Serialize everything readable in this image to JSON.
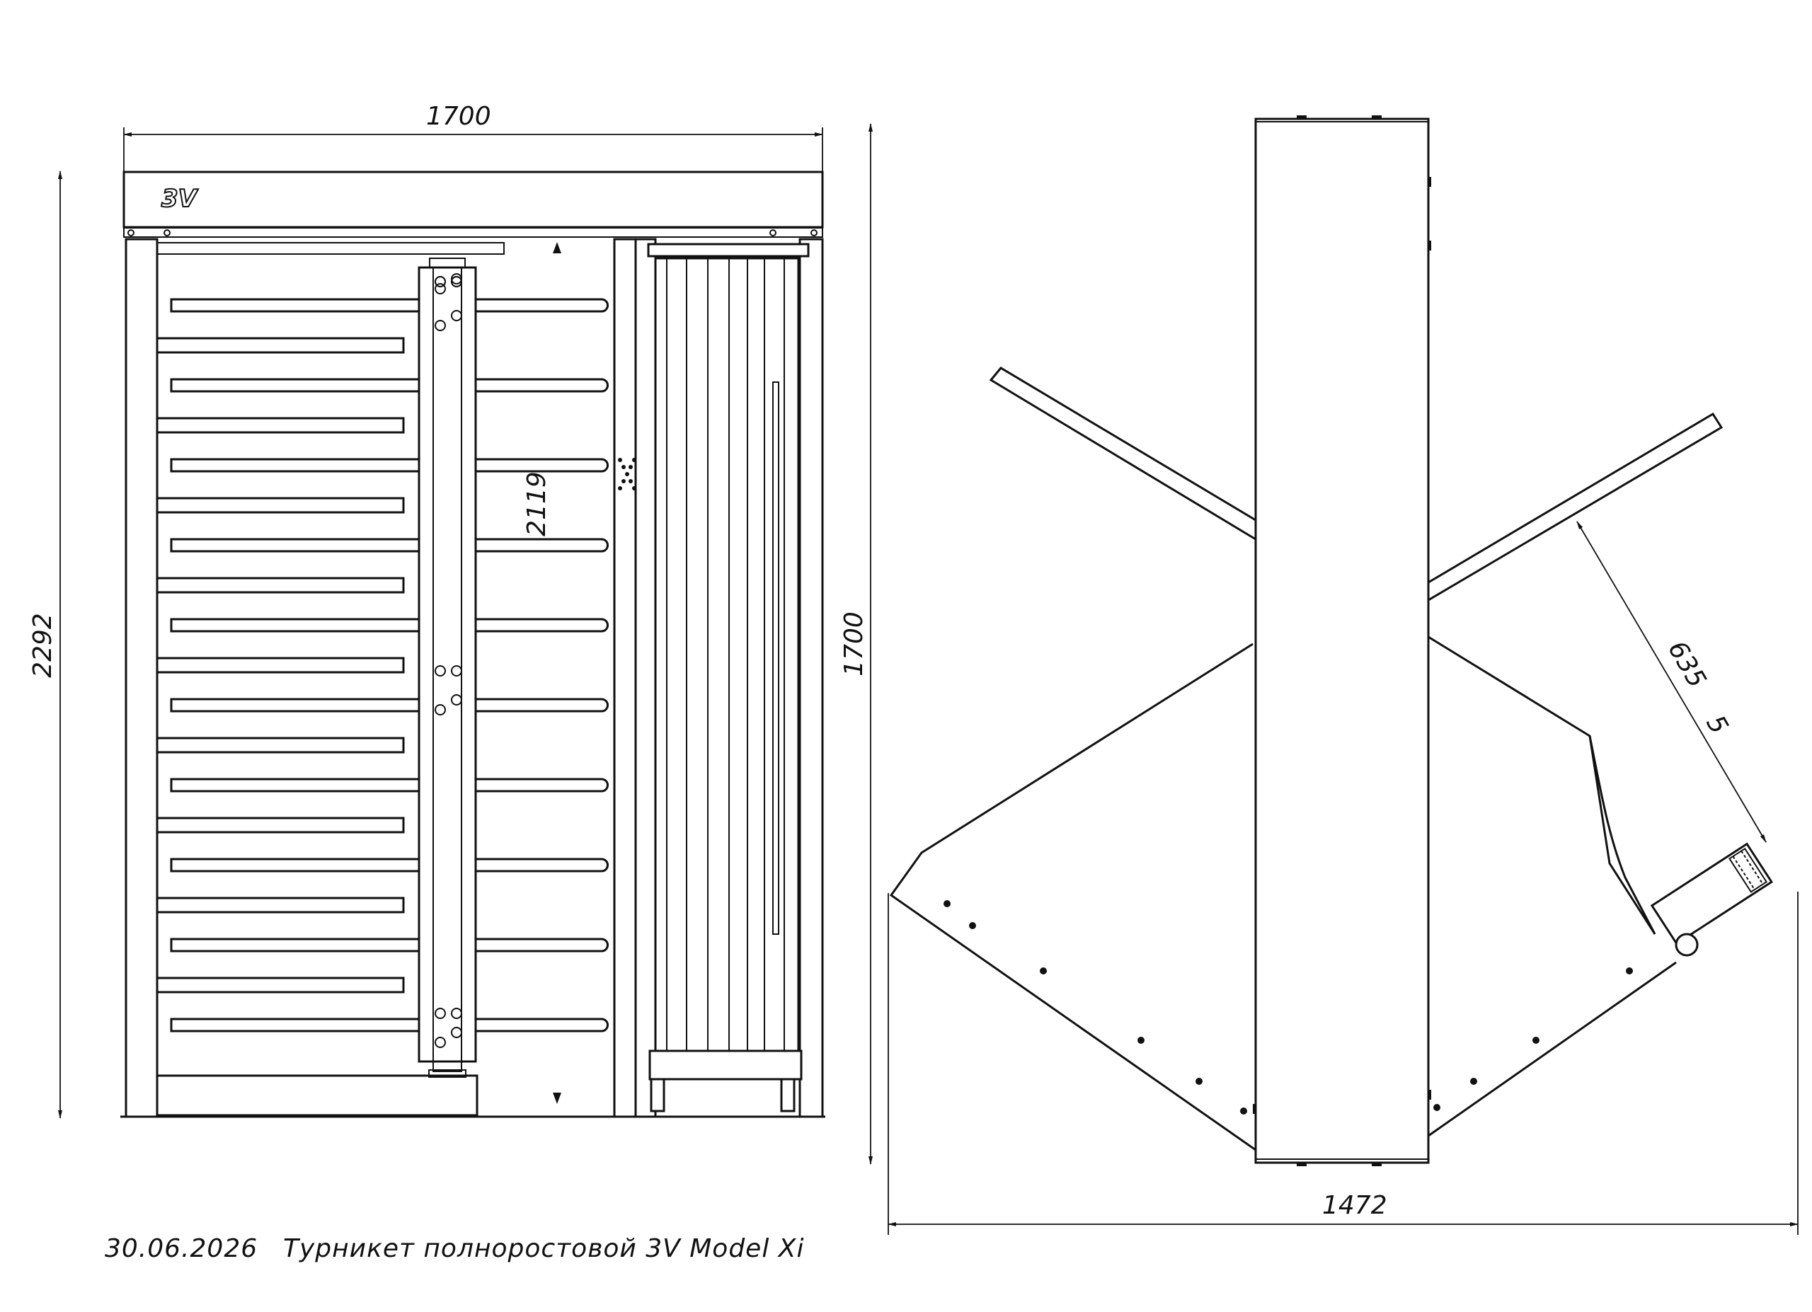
{
  "front_view": {
    "width_dim": "1700",
    "height_dim": "2292",
    "passage_dim": "2119",
    "logo": "3V"
  },
  "top_view": {
    "height_dim": "1700",
    "width_dim": "1472",
    "arm_dim": "635",
    "offset_dim": "5"
  },
  "footer": {
    "date": "30.06.2026",
    "title": "Турникет полноростовой 3V Model Xi"
  }
}
